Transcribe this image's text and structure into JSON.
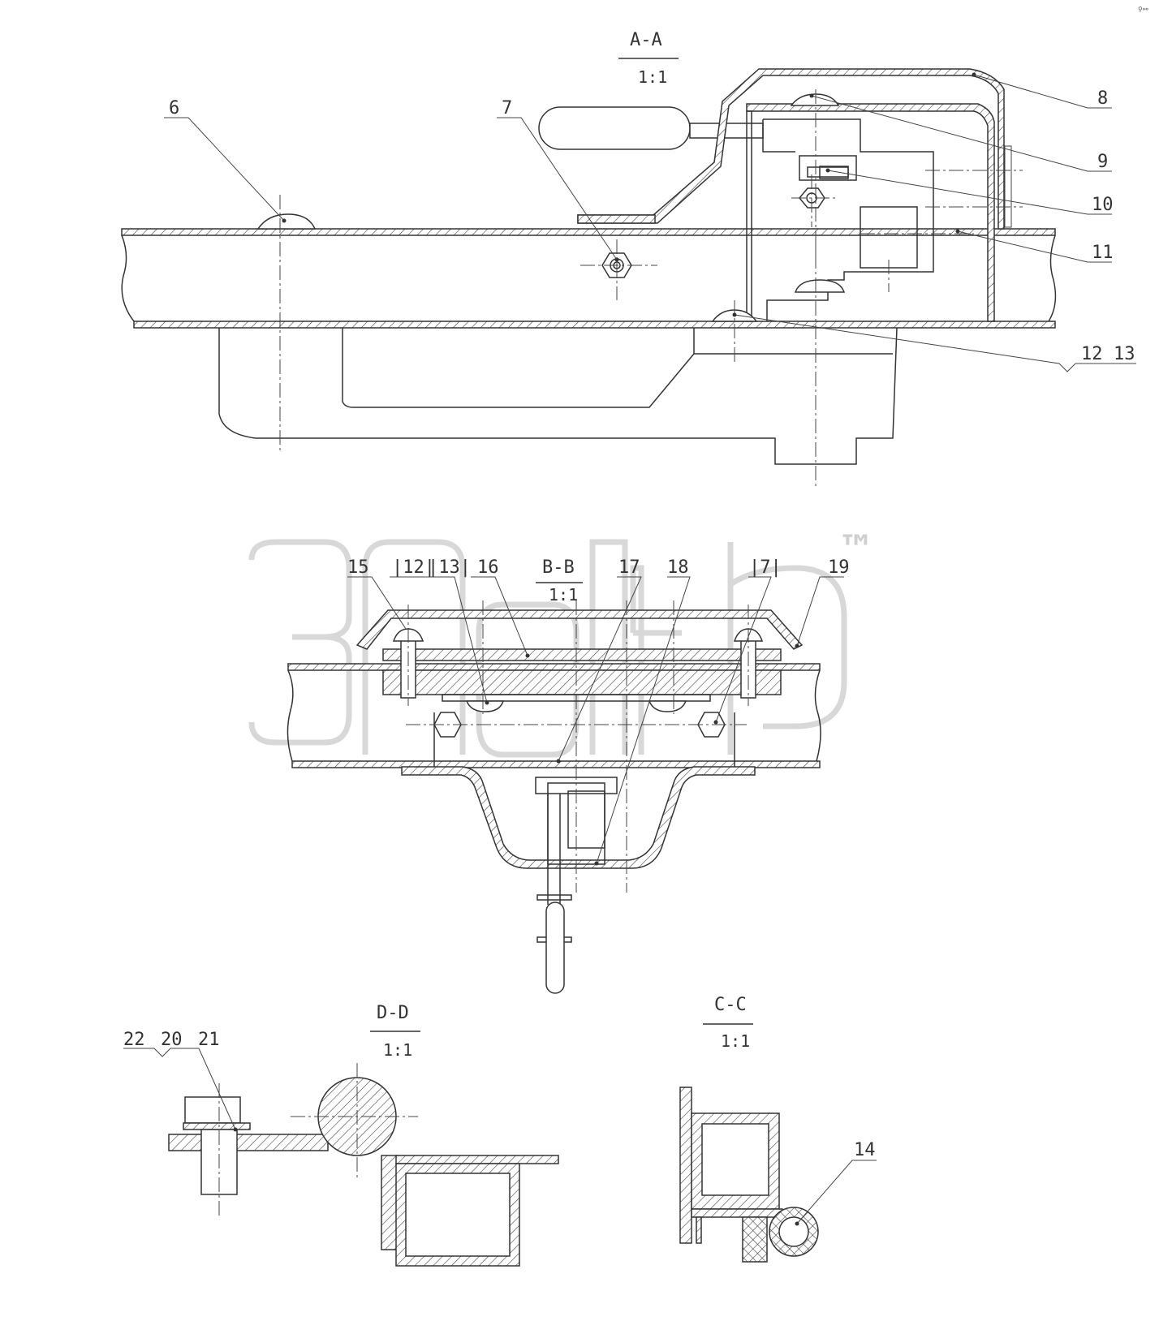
{
  "sections": {
    "aa": {
      "title": "A-A",
      "scale": "1:1"
    },
    "bb": {
      "title": "B-B",
      "scale": "1:1"
    },
    "dd": {
      "title": "D-D",
      "scale": "1:1"
    },
    "cc": {
      "title": "C-C",
      "scale": "1:1"
    }
  },
  "callouts": {
    "c6": "6",
    "c7": "7",
    "c8": "8",
    "c9": "9",
    "c10": "10",
    "c11": "11",
    "c12": "12",
    "c13": "13",
    "c14": "14",
    "c15": "15",
    "c12b": "|12|",
    "c13b": "|13|",
    "c16": "16",
    "c17": "17",
    "c18": "18",
    "c7b": "|7|",
    "c19": "19",
    "c20": "20",
    "c21": "21",
    "c22": "22"
  },
  "watermark": {
    "text": "™"
  },
  "corner_icon": "⚲⚯"
}
